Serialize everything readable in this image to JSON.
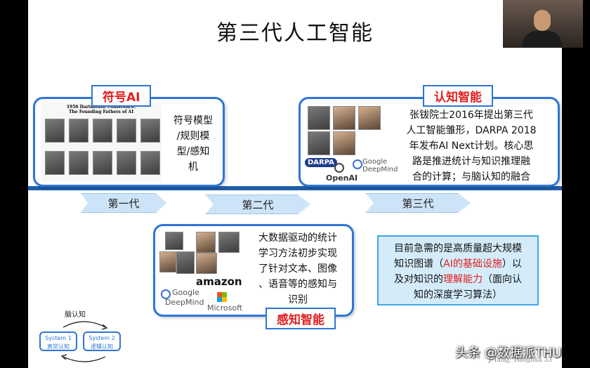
{
  "slide": {
    "title": "第三代人工智能",
    "footer": "J Tang, Tsinghua    33"
  },
  "panels": {
    "symbolic": {
      "tag": "符号AI",
      "photo_caption_1": "1956 Dartmouth Conference:",
      "photo_caption_2": "The Founding Fathers of AI",
      "lines": [
        "符号模型",
        "/规则模",
        "型/感知",
        "机"
      ]
    },
    "cognitive": {
      "tag": "认知智能",
      "lines": [
        "张钹院士2016年提出第三代",
        "人工智能雏形，DARPA 2018",
        "年发布AI Next计划。核心思",
        "路是推进统计与知识推理融",
        "合的计算；与脑认知的融合"
      ],
      "logos": {
        "darpa": "DARPA",
        "openai": "OpenAI",
        "deepmind_1": "Google",
        "deepmind_2": "DeepMind"
      }
    },
    "perceptual": {
      "tag": "感知智能",
      "lines": [
        "大数据驱动的统计",
        "学习方法初步实现",
        "了针对文本、图像",
        "、语音等的感知与",
        "识别"
      ],
      "logos": {
        "amazon": "amazon",
        "deepmind_1": "Google",
        "deepmind_2": "DeepMind",
        "microsoft": "Microsoft"
      }
    }
  },
  "timeline": {
    "gen1": "第一代",
    "gen2": "第二代",
    "gen3": "第三代"
  },
  "infobox": {
    "line1": "目前急需的是高质量超大规模",
    "line2_a": "知识图谱（",
    "line2_red": "AI的基础设施",
    "line2_b": "）以",
    "line3_a": "及对知识的",
    "line3_red": "理解能力",
    "line3_b": "（面向认",
    "line4": "知的深度学习算法）"
  },
  "diagram": {
    "label": "脑认知",
    "system1_a": "System 1",
    "system1_b": "直觉认知",
    "system2_a": "System 2",
    "system2_b": "逻辑认知"
  },
  "watermark": "头条 @数据派THU"
}
